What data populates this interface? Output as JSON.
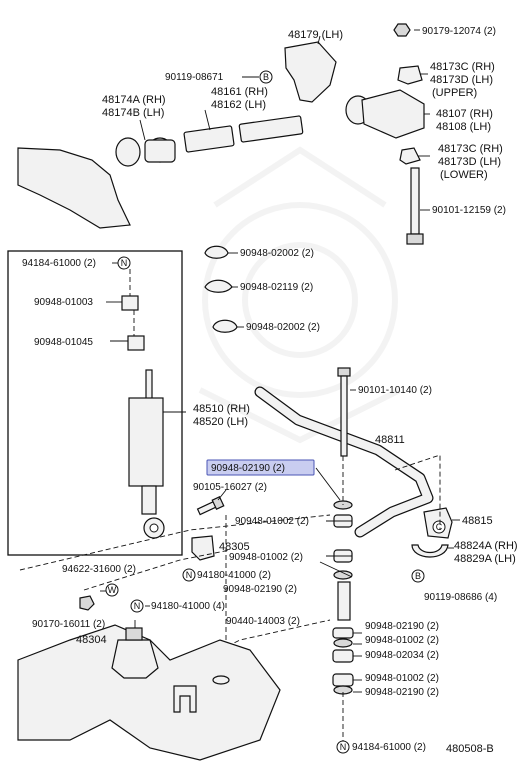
{
  "labels": {
    "p48179": "48179 (LH)",
    "p90179": "90179-12074 (2)",
    "p90119a": "90119-08671",
    "p48161": "48161 (RH)",
    "p48162": "48162 (LH)",
    "p48174a": "48174A (RH)",
    "p48174b": "48174B (LH)",
    "p48173c_up": "48173C (RH)",
    "p48173d_up": "48173D (LH)",
    "upper": "(UPPER)",
    "p48107": "48107 (RH)",
    "p48108": "48108 (LH)",
    "p48173c_lo": "48173C (RH)",
    "p48173d_lo": "48173D (LH)",
    "lower": "(LOWER)",
    "p90101_12159": "90101-12159 (2)",
    "p94184_top": "94184-61000 (2)",
    "p90948_02002a": "90948-02002 (2)",
    "p90948_01003": "90948-01003",
    "p90948_02119": "90948-02119 (2)",
    "p90948_01045": "90948-01045",
    "p90948_02002b": "90948-02002 (2)",
    "p48510": "48510 (RH)",
    "p48520": "48520 (LH)",
    "p90101_10140": "90101-10140 (2)",
    "p48811": "48811",
    "p90948_02190_hl": "90948-02190 (2)",
    "p90105": "90105-16027 (2)",
    "p90948_01002a": "90948-01002 (2)",
    "p48815": "48815",
    "p48305": "48305",
    "p90948_01002b": "90948-01002 (2)",
    "p48824a": "48824A (RH)",
    "p48829a": "48829A (LH)",
    "p94622": "94622-31600 (2)",
    "p94180_a": "94180-41000 (2)",
    "p90948_02190b": "90948-02190 (2)",
    "p90119b": "90119-08686 (4)",
    "p90170": "90170-16011 (2)",
    "p94180_b": "94180-41000 (4)",
    "p48304": "48304",
    "p90440": "90440-14003 (2)",
    "p90948_02190c": "90948-02190 (2)",
    "p90948_01002c": "90948-01002 (2)",
    "p90948_02034": "90948-02034 (2)",
    "p90948_01002d": "90948-01002 (2)",
    "p90948_02190d": "90948-02190 (2)",
    "p94184_bot": "94184-61000 (2)",
    "figure_code": "480508-B"
  },
  "markers": {
    "B": "B",
    "N": "N",
    "W": "W",
    "C": "C"
  },
  "colors": {
    "highlight_fill": "#c9cdf0",
    "highlight_stroke": "#4a55b5",
    "ink": "#111111"
  }
}
